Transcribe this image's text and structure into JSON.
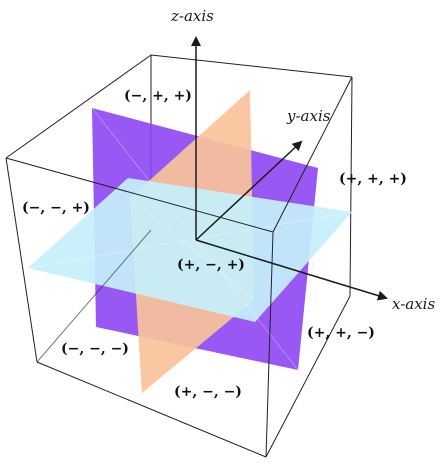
{
  "axes": {
    "x_label": "x-axis",
    "y_label": "y-axis",
    "z_label": "z-axis"
  },
  "octants": {
    "minus_plus_plus": "(−, +, +)",
    "plus_plus_plus": "(+, +, +)",
    "minus_minus_plus": "(−, −, +)",
    "plus_minus_plus": "(+, −, +)",
    "plus_plus_minus": "(+, +, −)",
    "minus_minus_minus": "(−, −, −)",
    "plus_minus_minus": "(+, −, −)"
  },
  "colors": {
    "xy_plane": "#c6f0fb",
    "xz_plane": "#f8c39a",
    "yz_plane": "#8e46f3",
    "edges": "#222222"
  }
}
